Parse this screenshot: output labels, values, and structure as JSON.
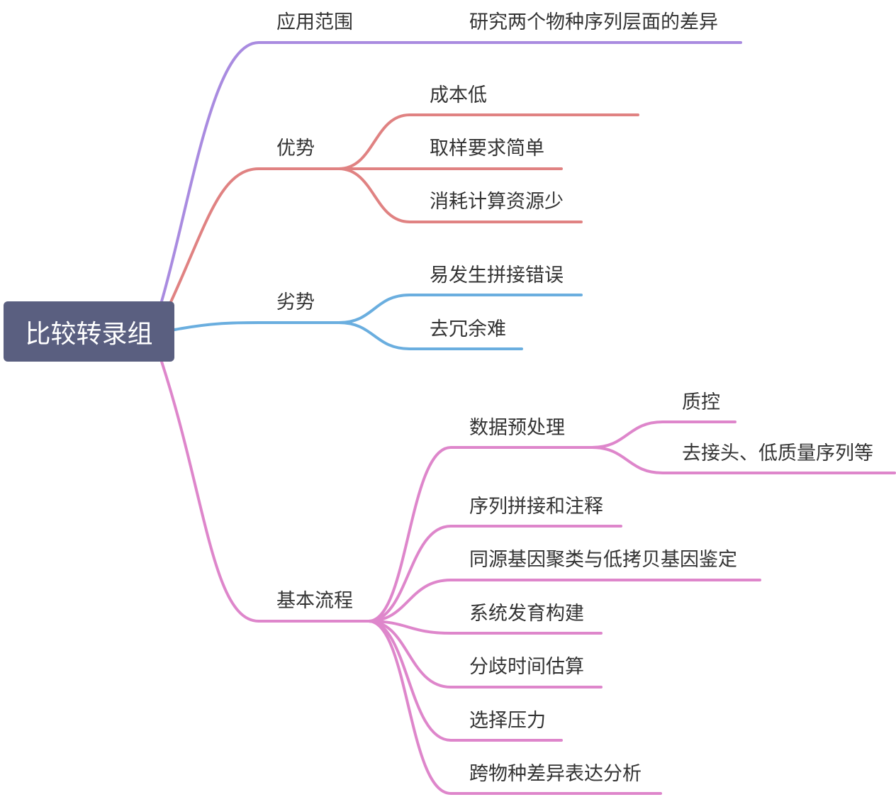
{
  "root": {
    "label": "比较转录组"
  },
  "colors": {
    "purple": "#a98be0",
    "red": "#e08282",
    "blue": "#6aaedf",
    "pink": "#de86cb",
    "root_bg": "#5a5f80"
  },
  "branches": [
    {
      "label": "应用范围",
      "color": "purple",
      "children": [
        {
          "label": "研究两个物种序列层面的差异"
        }
      ]
    },
    {
      "label": "优势",
      "color": "red",
      "children": [
        {
          "label": "成本低"
        },
        {
          "label": "取样要求简单"
        },
        {
          "label": "消耗计算资源少"
        }
      ]
    },
    {
      "label": "劣势",
      "color": "blue",
      "children": [
        {
          "label": "易发生拼接错误"
        },
        {
          "label": "去冗余难"
        }
      ]
    },
    {
      "label": "基本流程",
      "color": "pink",
      "children": [
        {
          "label": "数据预处理",
          "children": [
            {
              "label": "质控"
            },
            {
              "label": "去接头、低质量序列等"
            }
          ]
        },
        {
          "label": "序列拼接和注释"
        },
        {
          "label": "同源基因聚类与低拷贝基因鉴定"
        },
        {
          "label": "系统发育构建"
        },
        {
          "label": "分歧时间估算"
        },
        {
          "label": "选择压力"
        },
        {
          "label": "跨物种差异表达分析"
        }
      ]
    }
  ]
}
